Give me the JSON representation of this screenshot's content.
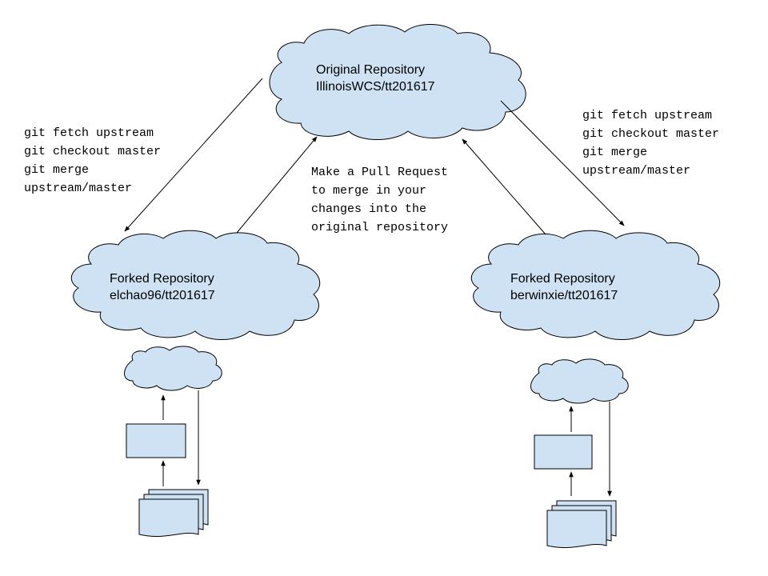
{
  "original_repo": {
    "title": "Original Repository",
    "name": "IllinoisWCS/tt201617"
  },
  "left_fork": {
    "title": "Forked Repository",
    "name": "elchao96/tt201617"
  },
  "right_fork": {
    "title": "Forked Repository",
    "name": "berwinxie/tt201617"
  },
  "left_commands": [
    "git fetch upstream",
    "git checkout master",
    "git merge",
    "upstream/master"
  ],
  "right_commands": [
    "git fetch upstream",
    "git checkout master",
    "git merge",
    "upstream/master"
  ],
  "pull_request_note": [
    "Make a Pull Request",
    "to merge in your",
    "changes into the",
    "original repository"
  ],
  "colors": {
    "fill": "#cfe2f3",
    "stroke": "#000000"
  }
}
